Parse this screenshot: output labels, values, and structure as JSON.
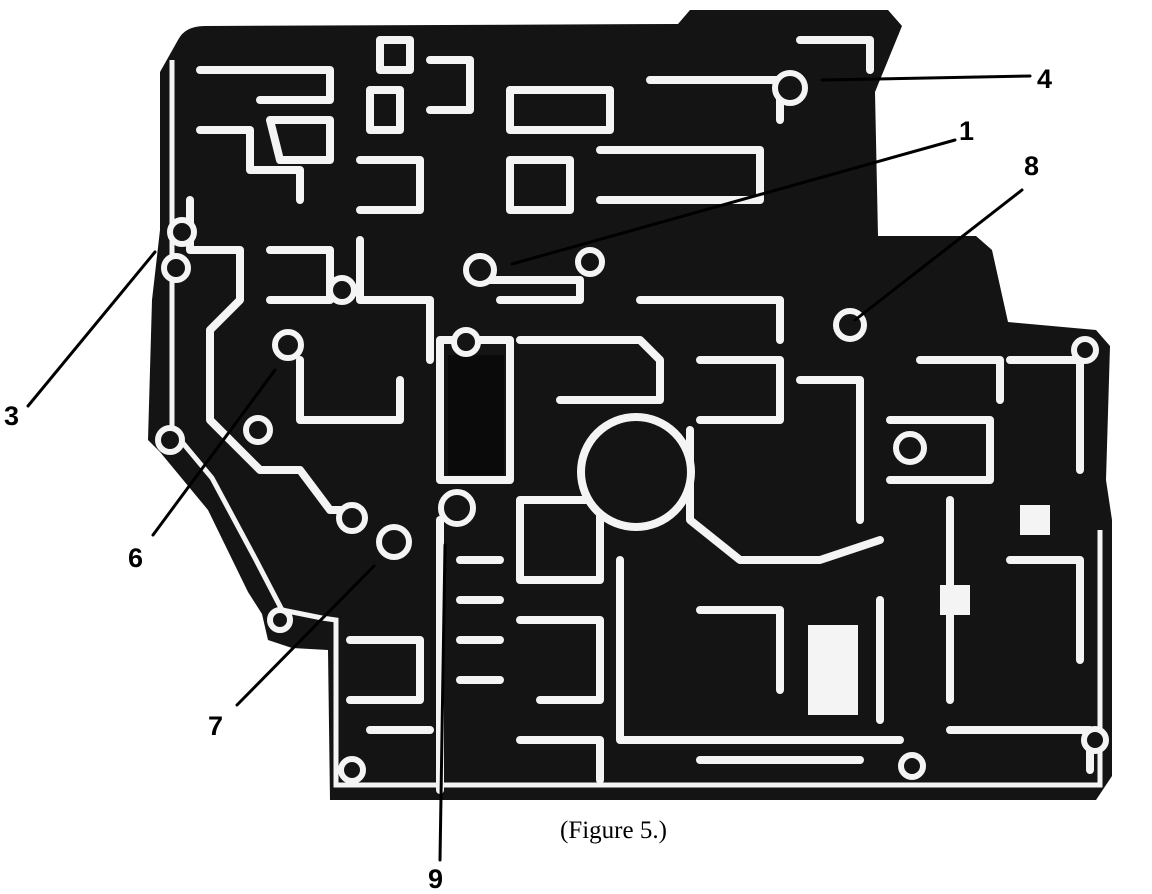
{
  "figure": {
    "caption": "(Figure 5.)",
    "colors": {
      "casting": "#141414",
      "passage": "#f4f4f4",
      "background": "#ffffff",
      "ink": "#000000"
    }
  },
  "callouts": [
    {
      "id": "4",
      "label": "4"
    },
    {
      "id": "1",
      "label": "1"
    },
    {
      "id": "8",
      "label": "8"
    },
    {
      "id": "3",
      "label": "3"
    },
    {
      "id": "6",
      "label": "6"
    },
    {
      "id": "7",
      "label": "7"
    },
    {
      "id": "9",
      "label": "9"
    }
  ]
}
